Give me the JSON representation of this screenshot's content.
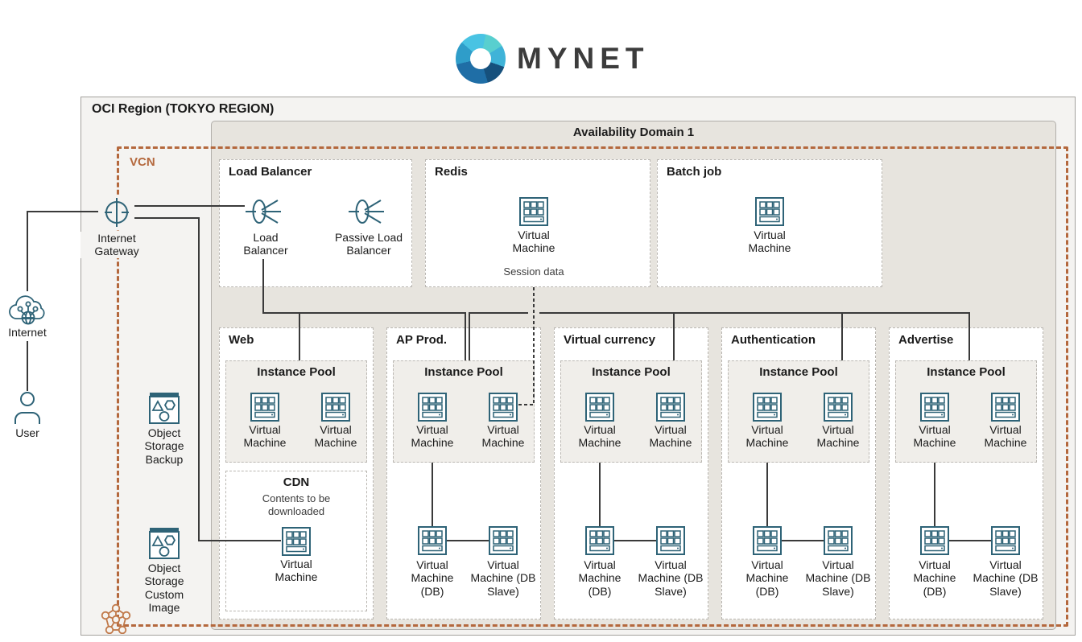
{
  "logo": {
    "brand": "MYNET"
  },
  "region": {
    "title": "OCI Region (TOKYO REGION)"
  },
  "availability_domain": {
    "title": "Availability Domain 1"
  },
  "vcn": {
    "label": "VCN"
  },
  "left_rail": {
    "internet_gateway": "Internet Gateway",
    "internet": "Internet",
    "user": "User",
    "object_storage_backup": "Object Storage Backup",
    "object_storage_custom_image": "Object Storage Custom Image"
  },
  "load_balancer_box": {
    "title": "Load Balancer",
    "primary": "Load Balancer",
    "passive": "Passive Load Balancer"
  },
  "redis_box": {
    "title": "Redis",
    "vm": "Virtual Machine",
    "note": "Session data"
  },
  "batch_box": {
    "title": "Batch job",
    "vm": "Virtual Machine"
  },
  "columns": [
    {
      "title": "Web",
      "pool": "Instance Pool",
      "vm1": "Virtual Machine",
      "vm2": "Virtual Machine",
      "cdn": {
        "title": "CDN",
        "note": "Contents to be downloaded",
        "vm": "Virtual Machine"
      }
    },
    {
      "title": "AP Prod.",
      "pool": "Instance Pool",
      "vm1": "Virtual Machine",
      "vm2": "Virtual Machine",
      "db1": "Virtual Machine (DB)",
      "db2": "Virtual Machine (DB Slave)"
    },
    {
      "title": "Virtual currency",
      "pool": "Instance Pool",
      "vm1": "Virtual Machine",
      "vm2": "Virtual Machine",
      "db1": "Virtual Machine (DB)",
      "db2": "Virtual Machine (DB Slave)"
    },
    {
      "title": "Authentication",
      "pool": "Instance Pool",
      "vm1": "Virtual Machine",
      "vm2": "Virtual Machine",
      "db1": "Virtual Machine (DB)",
      "db2": "Virtual Machine (DB Slave)"
    },
    {
      "title": "Advertise",
      "pool": "Instance Pool",
      "vm1": "Virtual Machine",
      "vm2": "Virtual Machine",
      "db1": "Virtual Machine (DB)",
      "db2": "Virtual Machine (DB Slave)"
    }
  ],
  "colors": {
    "vcn_accent": "#b4683d",
    "icon_stroke": "#2e6377",
    "connector": "#3a3a3a",
    "region_bg": "#f4f3f1",
    "availability_domain_bg": "#e7e4de",
    "logo_text": "#3c3c3c"
  },
  "icons": [
    "mynet-logo-icon",
    "internet-gateway-icon",
    "internet-cloud-icon",
    "user-icon",
    "object-storage-icon",
    "load-balancer-icon",
    "virtual-machine-icon",
    "vcn-icon"
  ]
}
